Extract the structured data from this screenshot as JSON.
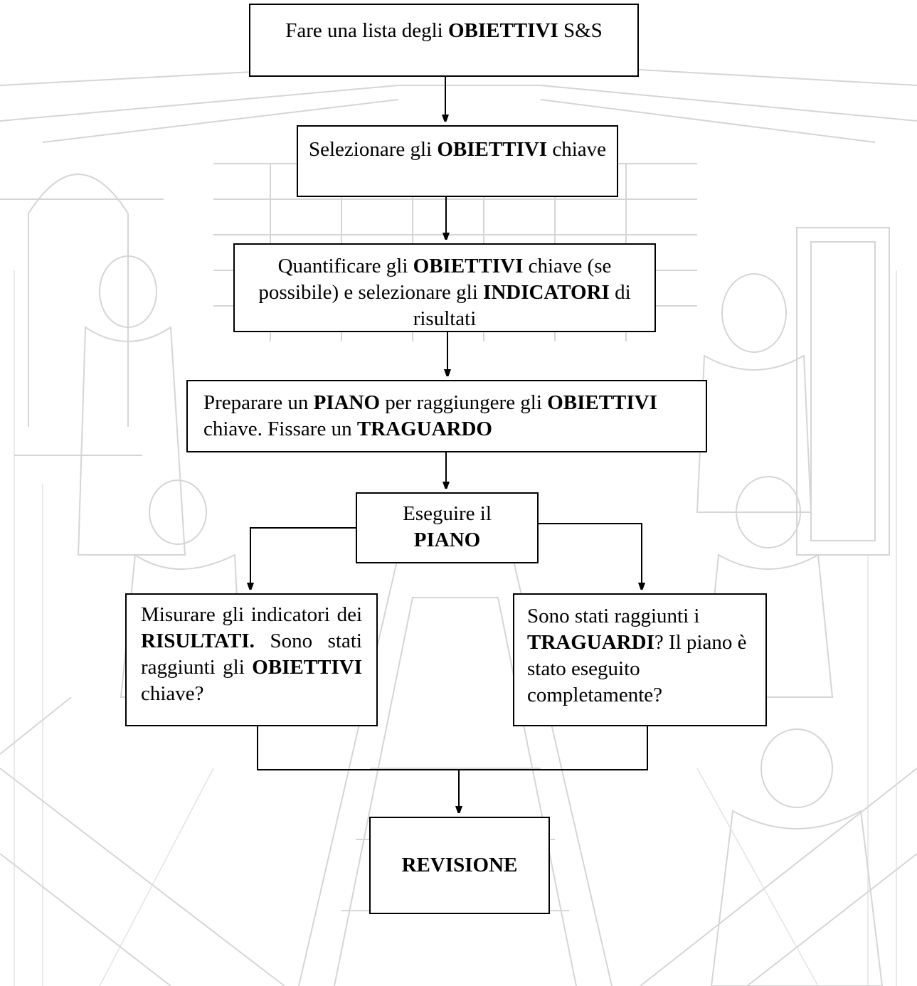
{
  "diagram": {
    "nodes": {
      "list": {
        "parts": [
          {
            "text": "Fare una lista degli ",
            "bold": false
          },
          {
            "text": "OBIETTIVI",
            "bold": true
          },
          {
            "text": " S&S",
            "bold": false
          }
        ]
      },
      "select": {
        "parts": [
          {
            "text": "Selezionare gli ",
            "bold": false
          },
          {
            "text": "OBIETTIVI",
            "bold": true
          },
          {
            "text": " chiave",
            "bold": false
          }
        ]
      },
      "quantify": {
        "parts": [
          {
            "text": "Quantificare gli ",
            "bold": false
          },
          {
            "text": "OBIETTIVI",
            "bold": true
          },
          {
            "text": " chiave (se possibile) e selezionare gli ",
            "bold": false
          },
          {
            "text": "INDICATORI",
            "bold": true
          },
          {
            "text": " di risultati",
            "bold": false
          }
        ]
      },
      "plan": {
        "parts": [
          {
            "text": "Preparare un ",
            "bold": false
          },
          {
            "text": "PIANO",
            "bold": true
          },
          {
            "text": " per raggiungere gli ",
            "bold": false
          },
          {
            "text": "OBIETTIVI",
            "bold": true
          },
          {
            "text": " chiave. Fissare un ",
            "bold": false
          },
          {
            "text": "TRAGUARDO",
            "bold": true
          }
        ]
      },
      "execute": {
        "parts": [
          {
            "text": "Eseguire il ",
            "bold": false
          },
          {
            "text": "PIANO",
            "bold": true
          }
        ]
      },
      "measure": {
        "parts": [
          {
            "text": "Misurare gli indicatori dei ",
            "bold": false
          },
          {
            "text": "RISULTATI.",
            "bold": true
          },
          {
            "text": " Sono stati raggiunti gli ",
            "bold": false
          },
          {
            "text": "OBIETTIVI",
            "bold": true
          },
          {
            "text": " chiave?",
            "bold": false
          }
        ]
      },
      "goals": {
        "parts": [
          {
            "text": "Sono stati raggiunti i ",
            "bold": false
          },
          {
            "text": "TRAGUARDI",
            "bold": true
          },
          {
            "text": "? Il piano è stato eseguito completamente?",
            "bold": false
          }
        ]
      },
      "review": {
        "parts": [
          {
            "text": "REVISIONE",
            "bold": true
          }
        ]
      }
    },
    "line_color": "#000000",
    "box_fill": "#ffffff",
    "background_tint": "#b8b8b8"
  }
}
